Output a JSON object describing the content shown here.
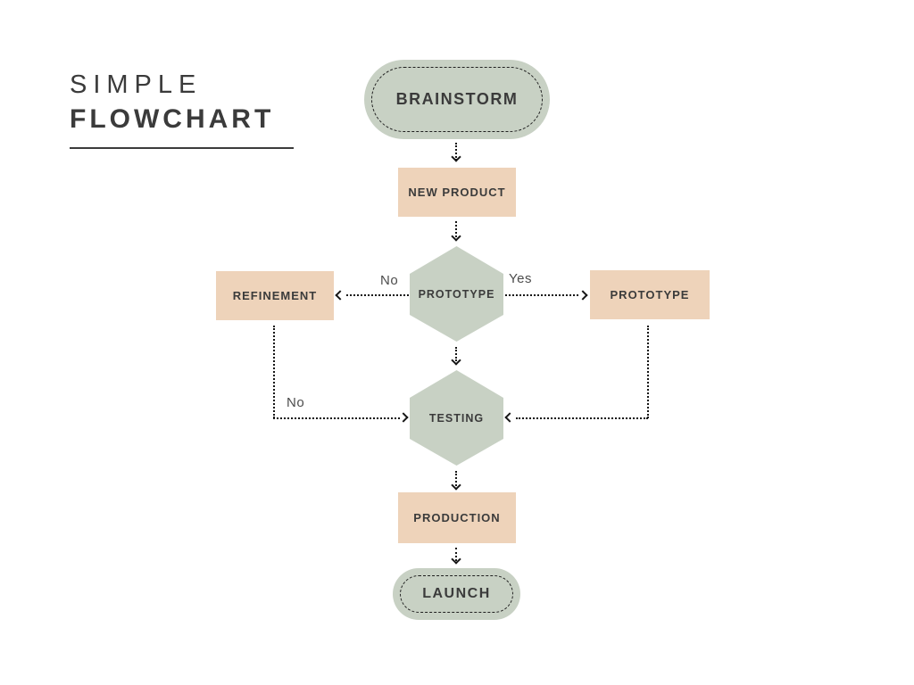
{
  "title": {
    "line1": "SIMPLE",
    "line2": "FLOWCHART"
  },
  "nodes": {
    "brainstorm": {
      "label": "BRAINSTORM",
      "shape": "pill"
    },
    "new_product": {
      "label": "NEW PRODUCT",
      "shape": "rect"
    },
    "prototype_decision": {
      "label": "PROTOTYPE",
      "shape": "hexagon"
    },
    "refinement": {
      "label": "REFINEMENT",
      "shape": "rect"
    },
    "prototype": {
      "label": "PROTOTYPE",
      "shape": "rect"
    },
    "testing": {
      "label": "TESTING",
      "shape": "hexagon"
    },
    "production": {
      "label": "PRODUCTION",
      "shape": "rect"
    },
    "launch": {
      "label": "LAUNCH",
      "shape": "pill"
    }
  },
  "edges": {
    "no_to_refinement": "No",
    "yes_to_prototype": "Yes",
    "no_to_testing": "No"
  },
  "colors": {
    "sage": "#c8d1c4",
    "peach": "#eed3ba",
    "ink": "#3b3b3b",
    "line": "#161616",
    "label": "#4c4c4c",
    "background": "#ffffff"
  }
}
